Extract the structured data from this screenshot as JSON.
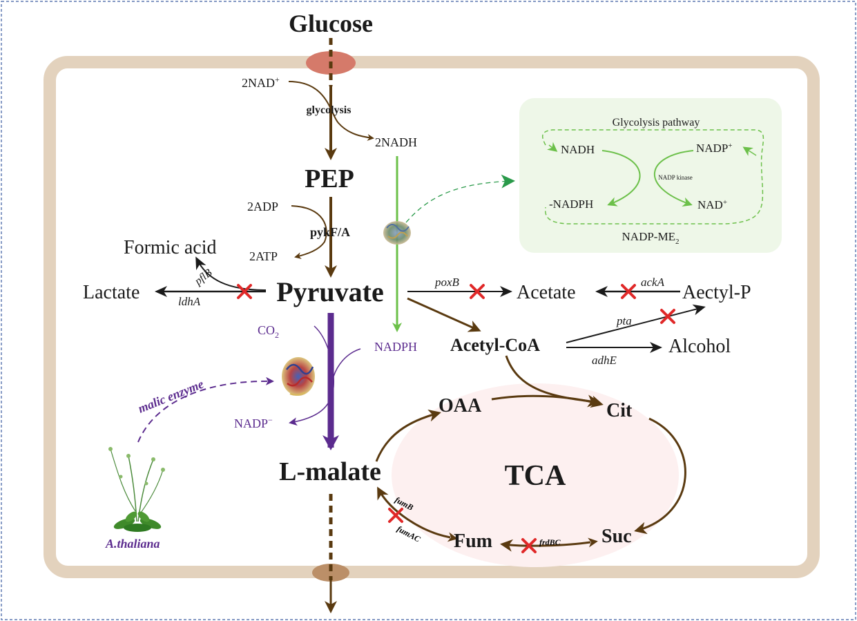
{
  "colors": {
    "brown": "#5a3a10",
    "purple": "#5b2b8e",
    "green": "#6cc04a",
    "black": "#1a1a1a",
    "red_x": "#e02828",
    "membrane": "#e3d2bd",
    "tca_fill": "#fdf0f0",
    "panel_fill": "#eef7e8",
    "frame": "#3a5aa0"
  },
  "metabolites": {
    "glucose": "Glucose",
    "pep": "PEP",
    "pyruvate": "Pyruvate",
    "l_malate": "L-malate",
    "formic_acid": "Formic acid",
    "lactate": "Lactate",
    "acetate": "Acetate",
    "acetyl_p": "Aectyl-P",
    "acetyl_coa": "Acetyl-CoA",
    "alcohol": "Alcohol",
    "oaa": "OAA",
    "cit": "Cit",
    "suc": "Suc",
    "fum": "Fum",
    "tca": "TCA"
  },
  "cofactors": {
    "nad2": "2NAD",
    "nad2_sup": "+",
    "nadh2": "2NADH",
    "adp2": "2ADP",
    "atp2": "2ATP",
    "co2": "CO",
    "co2_sub": "2",
    "nadph": "NADPH",
    "nadp_minus": "NADP",
    "nadp_minus_sup": "−"
  },
  "labels": {
    "glycolysis": "glycolysis",
    "pykfa": "pykF/A",
    "malic_enzyme": "malic enzyme",
    "a_thaliana": "A.thaliana"
  },
  "genes": {
    "pflb": "pflB",
    "ldha": "ldhA",
    "poxb": "poxB",
    "acka": "ackA",
    "pta": "pta",
    "adhe": "adhE",
    "fumb": "fumB",
    "fumac": "fumAC",
    "frdbc": "frdBC"
  },
  "panel": {
    "title": "Glycolysis pathway",
    "nadh": "NADH",
    "nadp": "NADP",
    "nadp_sup": "+",
    "nadph": "-NADPH",
    "nad": "NAD",
    "nad_sup": "+",
    "kinase": "NADP kinase",
    "bottom": "NADP-ME",
    "bottom_sub": "2"
  }
}
